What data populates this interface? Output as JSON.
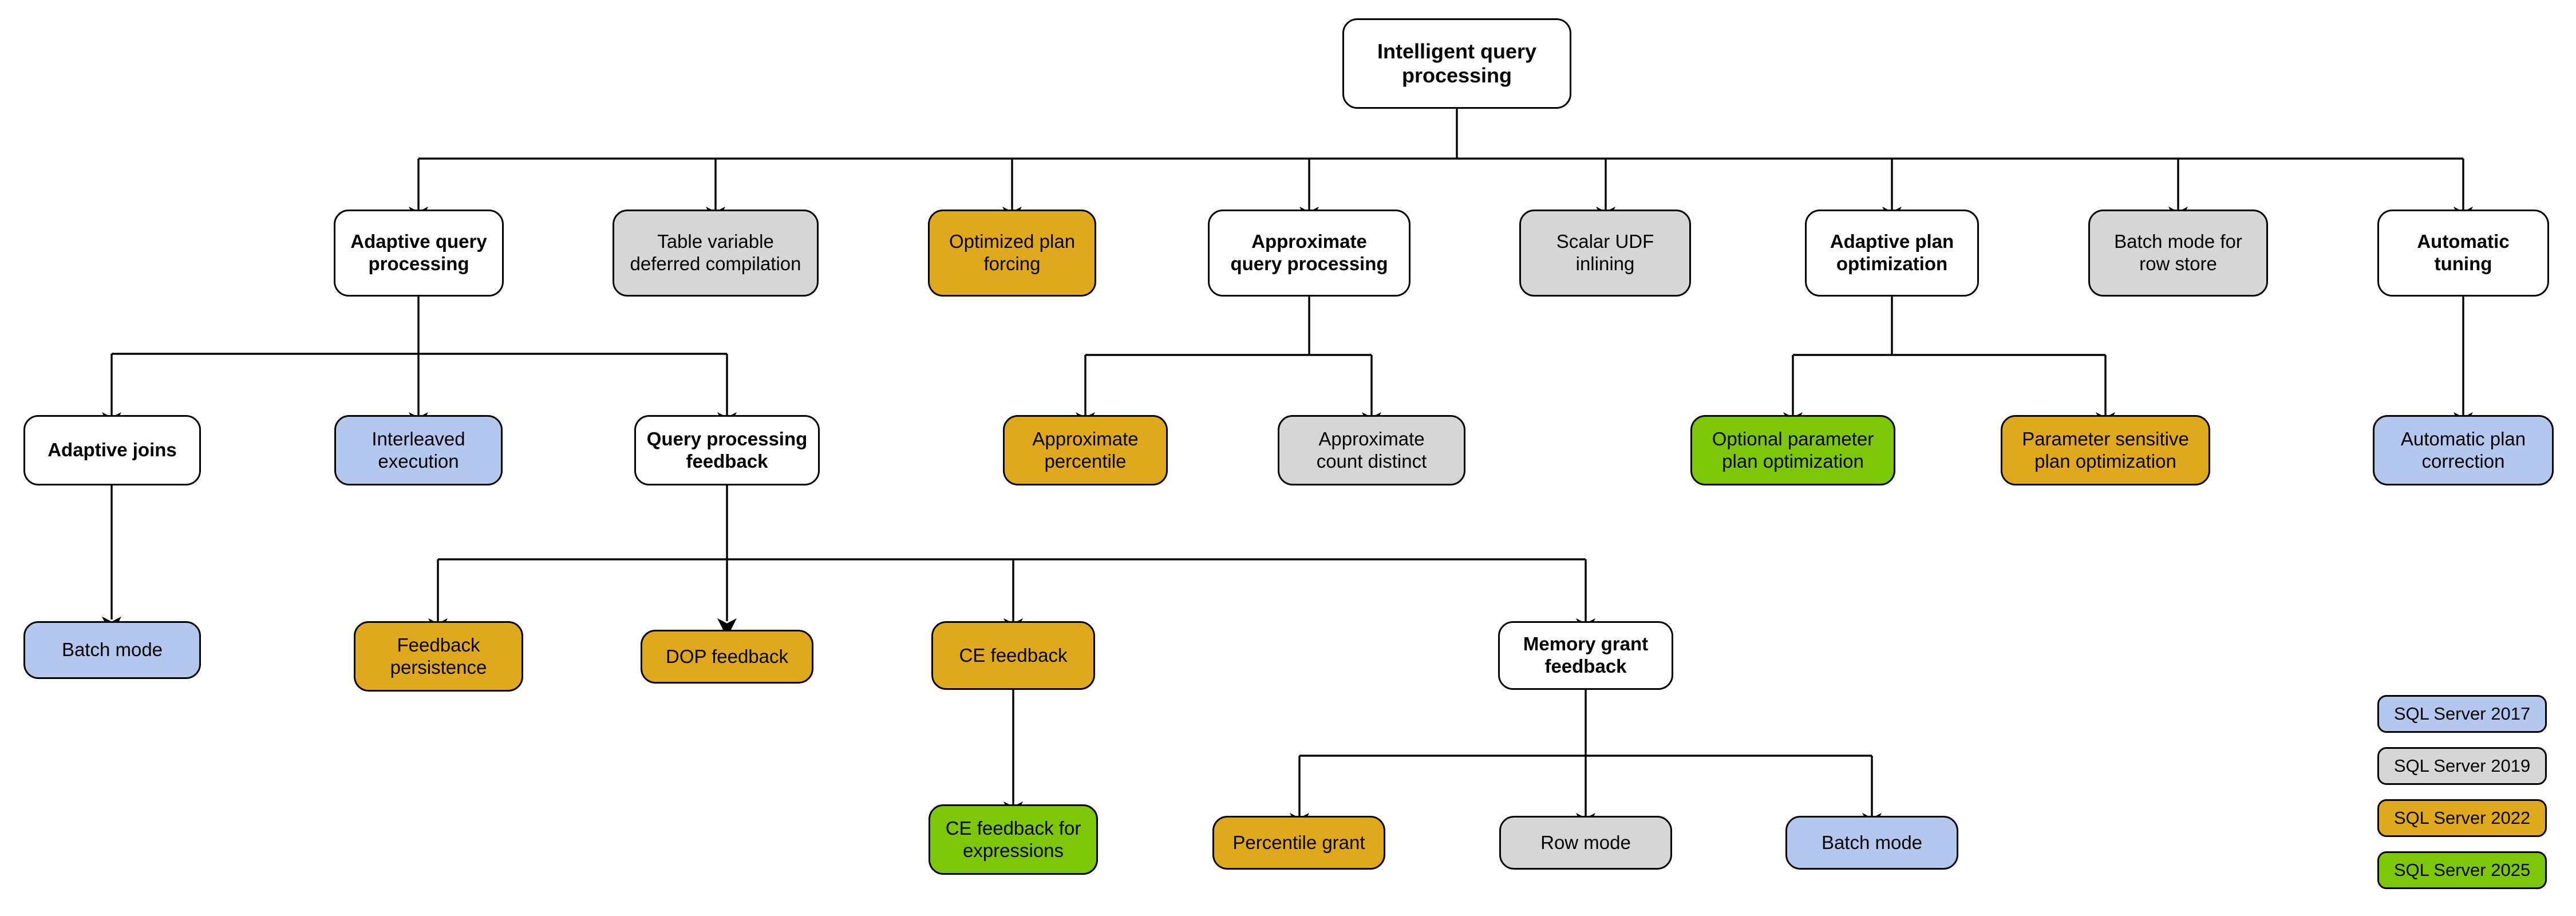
{
  "diagram": {
    "title": "Intelligent query processing",
    "colors": {
      "white": "#ffffff",
      "gray": "#d6d6d6",
      "orange": "#e0a81c",
      "blue": "#b4c7ee",
      "green": "#7dc70b",
      "stroke": "#000000"
    },
    "nodes": {
      "root": "Intelligent query\nprocessing",
      "adaptive_query_processing": "Adaptive query\nprocessing",
      "table_variable_deferred_compilation": "Table variable\ndeferred compilation",
      "optimized_plan_forcing": "Optimized plan\nforcing",
      "approximate_query_processing": "Approximate\nquery processing",
      "scalar_udf_inlining": "Scalar UDF\ninlining",
      "adaptive_plan_optimization": "Adaptive plan\noptimization",
      "batch_mode_for_row_store": "Batch mode for\nrow store",
      "automatic_tuning": "Automatic\ntuning",
      "adaptive_joins": "Adaptive joins",
      "interleaved_execution": "Interleaved\nexecution",
      "query_processing_feedback": "Query processing\nfeedback",
      "approximate_percentile": "Approximate\npercentile",
      "approximate_count_distinct": "Approximate\ncount distinct",
      "optional_parameter_plan_optimization": "Optional parameter\nplan optimization",
      "parameter_sensitive_plan_optimization": "Parameter sensitive\nplan optimization",
      "automatic_plan_correction": "Automatic plan\ncorrection",
      "batch_mode_adaptive_joins": "Batch mode",
      "feedback_persistence": "Feedback\npersistence",
      "dop_feedback": "DOP feedback",
      "ce_feedback": "CE feedback",
      "memory_grant_feedback": "Memory grant\nfeedback",
      "ce_feedback_for_expressions": "CE feedback for\nexpressions",
      "percentile_grant": "Percentile grant",
      "row_mode": "Row mode",
      "batch_mode_memory_grant": "Batch mode"
    },
    "legend": {
      "items": [
        {
          "label": "SQL Server 2017",
          "color": "#b4c7ee"
        },
        {
          "label": "SQL Server 2019",
          "color": "#d6d6d6"
        },
        {
          "label": "SQL Server 2022",
          "color": "#e0a81c"
        },
        {
          "label": "SQL Server 2025",
          "color": "#7dc70b"
        }
      ]
    }
  }
}
